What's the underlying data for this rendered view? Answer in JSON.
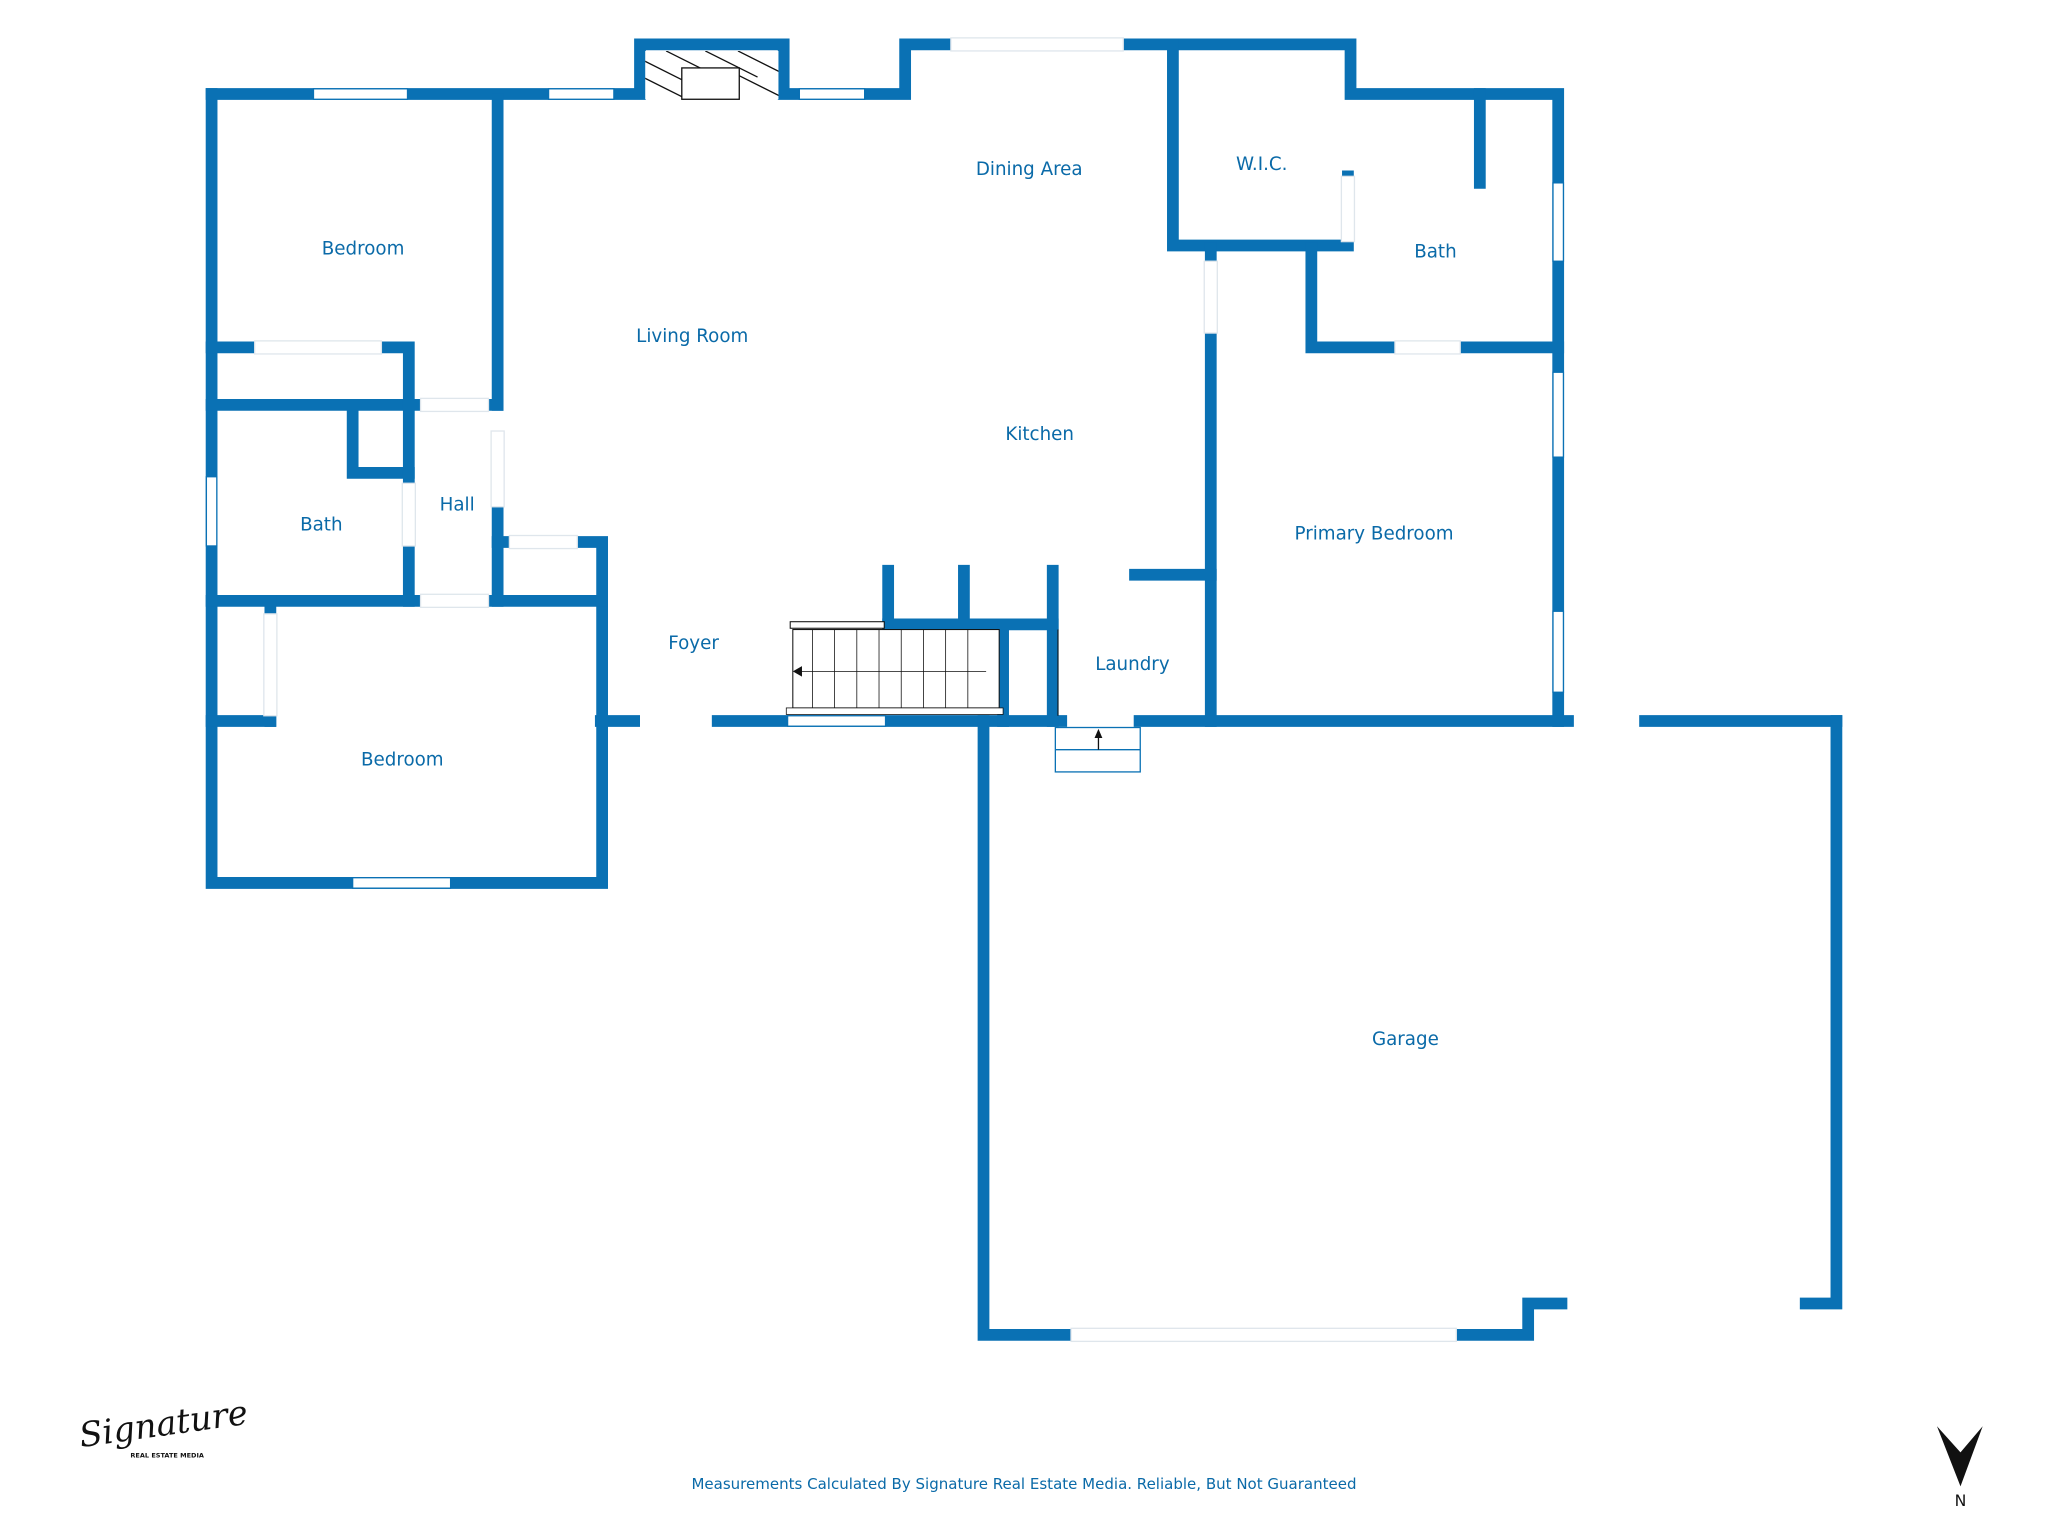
{
  "rooms": {
    "bedroom_1": "Bedroom",
    "living_room": "Living Room",
    "dining_area": "Dining Area",
    "wic": "W.I.C.",
    "bath_right": "Bath",
    "kitchen": "Kitchen",
    "primary_bedroom": "Primary Bedroom",
    "bath_left": "Bath",
    "hall": "Hall",
    "foyer": "Foyer",
    "laundry": "Laundry",
    "bedroom_2": "Bedroom",
    "garage": "Garage"
  },
  "footer": {
    "disclaimer": "Measurements Calculated By Signature Real Estate Media. Reliable, But Not Guaranteed",
    "logo_text": "Signature",
    "logo_subtext": "REAL ESTATE MEDIA",
    "compass_label": "N"
  },
  "colors": {
    "wall": "#0a71b4",
    "label": "#0a6aa8"
  }
}
